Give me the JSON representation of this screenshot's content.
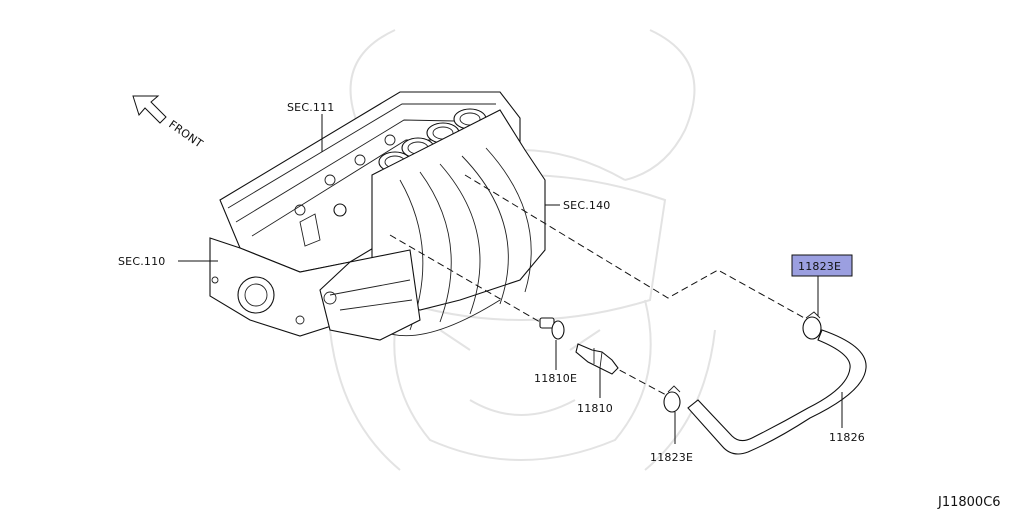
{
  "labels": {
    "front": "FRONT",
    "sec111": "SEC.111",
    "sec140": "SEC.140",
    "sec110": "SEC.110",
    "part_11823E_top": "11823E",
    "part_11810E": "11810E",
    "part_11810": "11810",
    "part_11823E_bottom": "11823E",
    "part_11826": "11826",
    "diagram_code": "J11800C6"
  },
  "colors": {
    "highlight_fill": "#9b9fe0",
    "line": "#111111",
    "watermark": "#e3e3e3"
  },
  "icons": {
    "front_arrow": "arrow-up-left-icon",
    "watermark": "samurai-helmet-watermark"
  }
}
